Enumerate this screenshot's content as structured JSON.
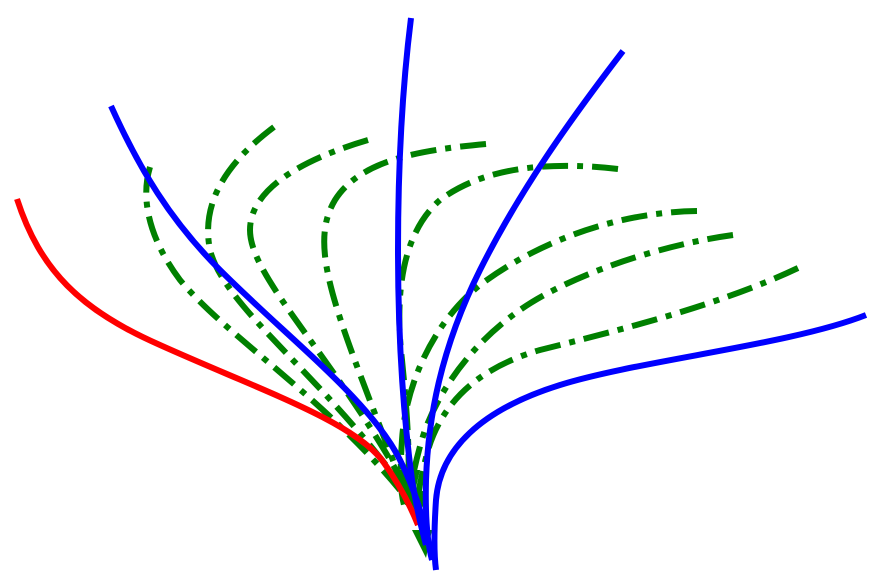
{
  "diagram": {
    "description_free": true,
    "colors": {
      "red": "#ff0000",
      "blue": "#0000ff",
      "green": "#008000"
    },
    "curves": [
      {
        "id": "red-curve",
        "color": "red",
        "style": "solid"
      },
      {
        "id": "blue-curve-1",
        "color": "blue",
        "style": "solid"
      },
      {
        "id": "blue-curve-2",
        "color": "blue",
        "style": "solid"
      },
      {
        "id": "blue-curve-3",
        "color": "blue",
        "style": "solid"
      },
      {
        "id": "blue-curve-4",
        "color": "blue",
        "style": "solid"
      },
      {
        "id": "green-curve-1",
        "color": "green",
        "style": "dash-dot"
      },
      {
        "id": "green-curve-2",
        "color": "green",
        "style": "dash-dot"
      },
      {
        "id": "green-curve-3",
        "color": "green",
        "style": "dash-dot"
      },
      {
        "id": "green-curve-4",
        "color": "green",
        "style": "dash-dot"
      },
      {
        "id": "green-curve-5",
        "color": "green",
        "style": "dash-dot"
      },
      {
        "id": "green-curve-6",
        "color": "green",
        "style": "dash-dot"
      },
      {
        "id": "green-curve-7",
        "color": "green",
        "style": "dash-dot"
      },
      {
        "id": "green-curve-8",
        "color": "green",
        "style": "dash-dot"
      }
    ]
  }
}
